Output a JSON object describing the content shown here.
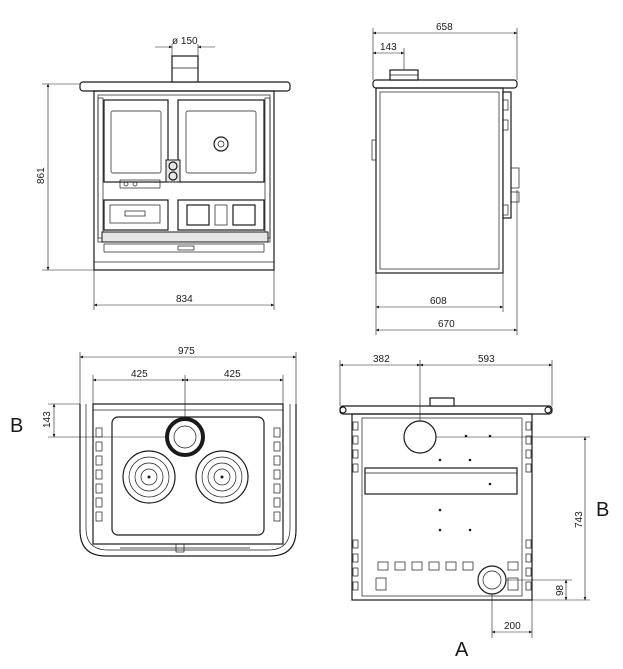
{
  "front_view": {
    "flue_diameter": "ø 150",
    "height": "861",
    "width": "834"
  },
  "side_view": {
    "total_depth": "658",
    "flue_offset": "143",
    "body_depth": "608",
    "depth_with_handles": "670"
  },
  "top_view": {
    "total_width": "975",
    "left_half": "425",
    "right_half": "425",
    "flue_offset": "143",
    "label_b": "B"
  },
  "rear_view": {
    "left_offset": "382",
    "right_offset": "593",
    "height_b": "743",
    "bottom_height": "98",
    "side_offset": "200",
    "label_a": "A",
    "label_b": "B"
  }
}
